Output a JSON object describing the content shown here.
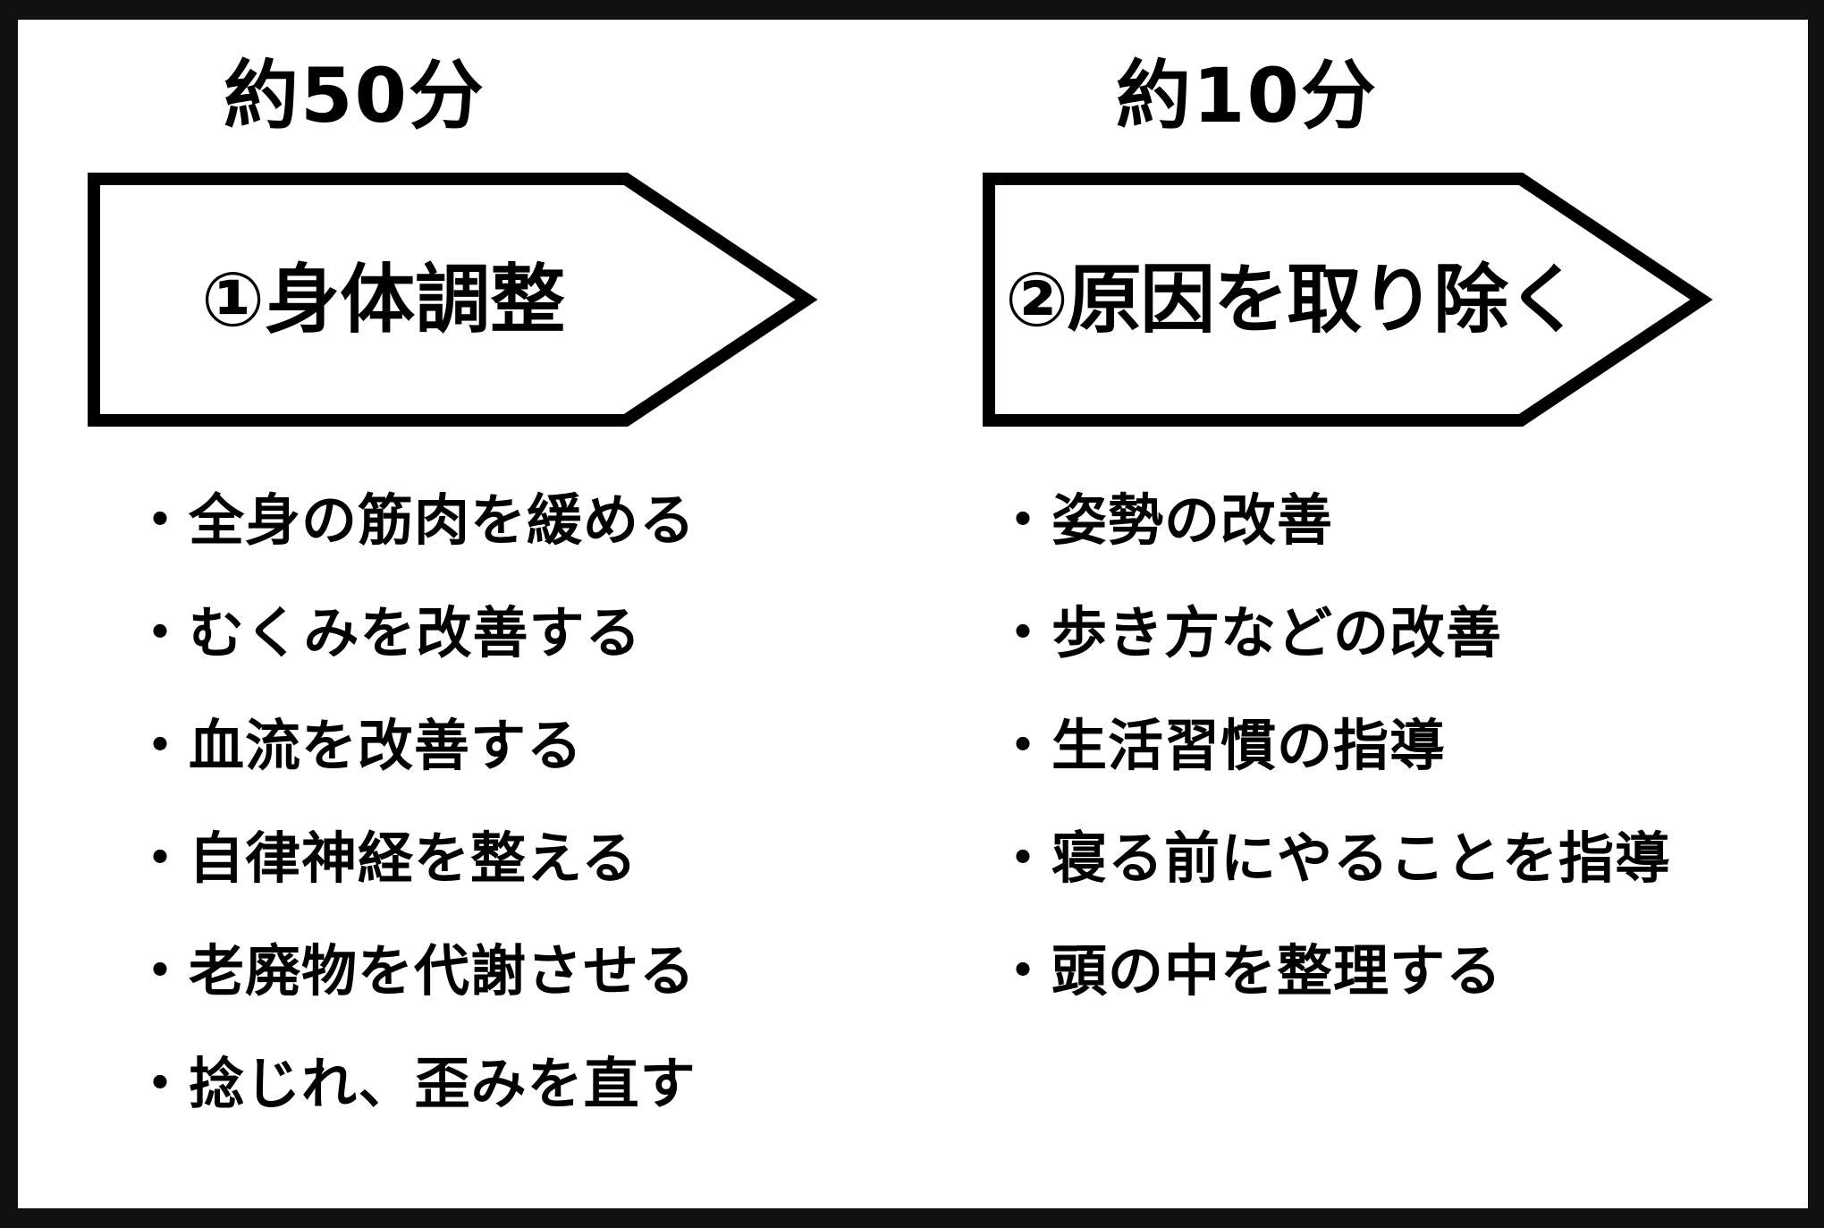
{
  "steps": [
    {
      "duration": "約50分",
      "title": "①身体調整",
      "items": [
        "・全身の筋肉を緩める",
        "・むくみを改善する",
        "・血流を改善する",
        "・自律神経を整える",
        "・老廃物を代謝させる",
        "・捻じれ、歪みを直す"
      ]
    },
    {
      "duration": "約10分",
      "title": "②原因を取り除く",
      "items": [
        "・姿勢の改善",
        "・歩き方などの改善",
        "・生活習慣の指導",
        "・寝る前にやることを指導",
        "・頭の中を整理する"
      ]
    }
  ],
  "colors": {
    "frame": "#111111",
    "background": "#ffffff",
    "text": "#000000"
  }
}
